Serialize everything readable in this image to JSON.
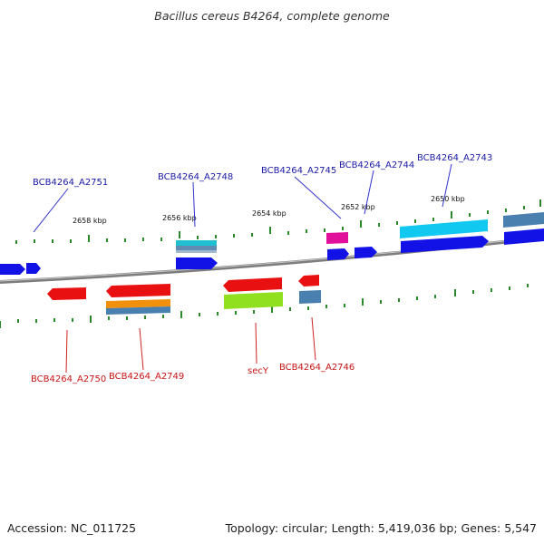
{
  "header": {
    "title": "Bacillus cereus B4264, complete genome"
  },
  "footer": {
    "accession": "Accession: NC_011725",
    "summary": "Topology: circular; Length: 5,419,036 bp; Genes: 5,547"
  },
  "ruler": {
    "kbp_labels": [
      "2658 kbp",
      "2656 kbp",
      "2654 kbp",
      "2652 kbp",
      "2650 kbp"
    ]
  },
  "genes": {
    "forward": [
      "BCB4264_A2751",
      "BCB4264_A2748",
      "BCB4264_A2745",
      "BCB4264_A2744",
      "BCB4264_A2743"
    ],
    "reverse": [
      "BCB4264_A2750",
      "BCB4264_A2749",
      "secY",
      "BCB4264_A2746"
    ]
  },
  "colors": {
    "forward_label": "#1a1aa6",
    "reverse_label": "#c81414",
    "forward_gene": "#1010e0",
    "reverse_gene": "#e81010",
    "tick": "#2a8a2a",
    "backbone": "#8a8a8a"
  }
}
